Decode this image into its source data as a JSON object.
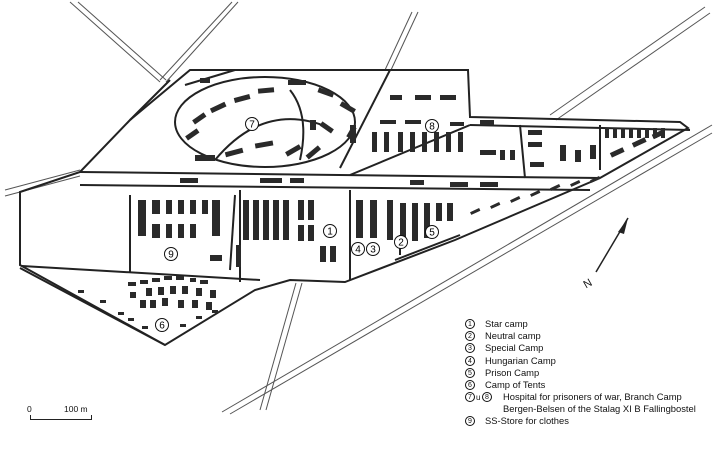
{
  "legend": [
    {
      "nums": [
        "1"
      ],
      "label": "Star camp"
    },
    {
      "nums": [
        "2"
      ],
      "label": "Neutral camp"
    },
    {
      "nums": [
        "3"
      ],
      "label": "Special Camp"
    },
    {
      "nums": [
        "4"
      ],
      "label": "Hungarian Camp"
    },
    {
      "nums": [
        "5"
      ],
      "label": "Prison Camp"
    },
    {
      "nums": [
        "6"
      ],
      "label": "Camp of Tents"
    },
    {
      "nums": [
        "7",
        "8"
      ],
      "conj": "u",
      "label": "Hospital for prisoners of war, Branch Camp Bergen-Belsen of the Stalag XI B Fallingbostel"
    },
    {
      "nums": [
        "9"
      ],
      "label": "SS-Store for clothes"
    }
  ],
  "scale": {
    "start": "0",
    "end": "100 m"
  },
  "north": "N",
  "map_markers": [
    "1",
    "2",
    "3",
    "4",
    "5",
    "6",
    "7",
    "8",
    "9"
  ],
  "colors": {
    "line": "#2b2b2b",
    "road": "#9a9a9a",
    "building": "#2a2a2a"
  }
}
